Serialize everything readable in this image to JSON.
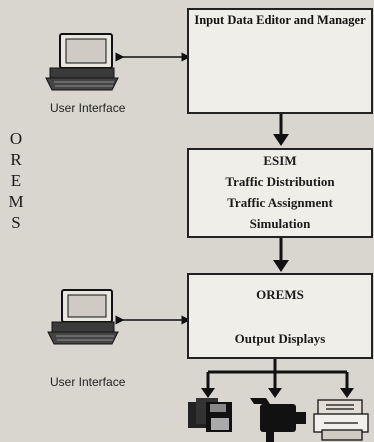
{
  "diagram": {
    "box_editor_title": "Input Data Editor and Manager",
    "box_esim_lines": [
      "ESIM",
      "Traffic Distribution",
      "Traffic Assignment",
      "Simulation"
    ],
    "box_orems_lines": [
      "OREMS",
      "Output Displays"
    ],
    "user_interface_label_top": "User Interface",
    "user_interface_label_bottom": "User Interface",
    "side_title_letters": [
      "O",
      "R",
      "E",
      "M",
      "S"
    ]
  },
  "icons": {
    "computer_top": "desktop-computer-icon",
    "computer_bottom": "desktop-computer-icon",
    "floppy": "floppy-disk-icon",
    "camera": "video-camera-icon",
    "printer": "printer-icon"
  },
  "colors": {
    "background": "#d9d6cf",
    "box_fill": "#f0eee9",
    "ink": "#1b1b1b"
  }
}
